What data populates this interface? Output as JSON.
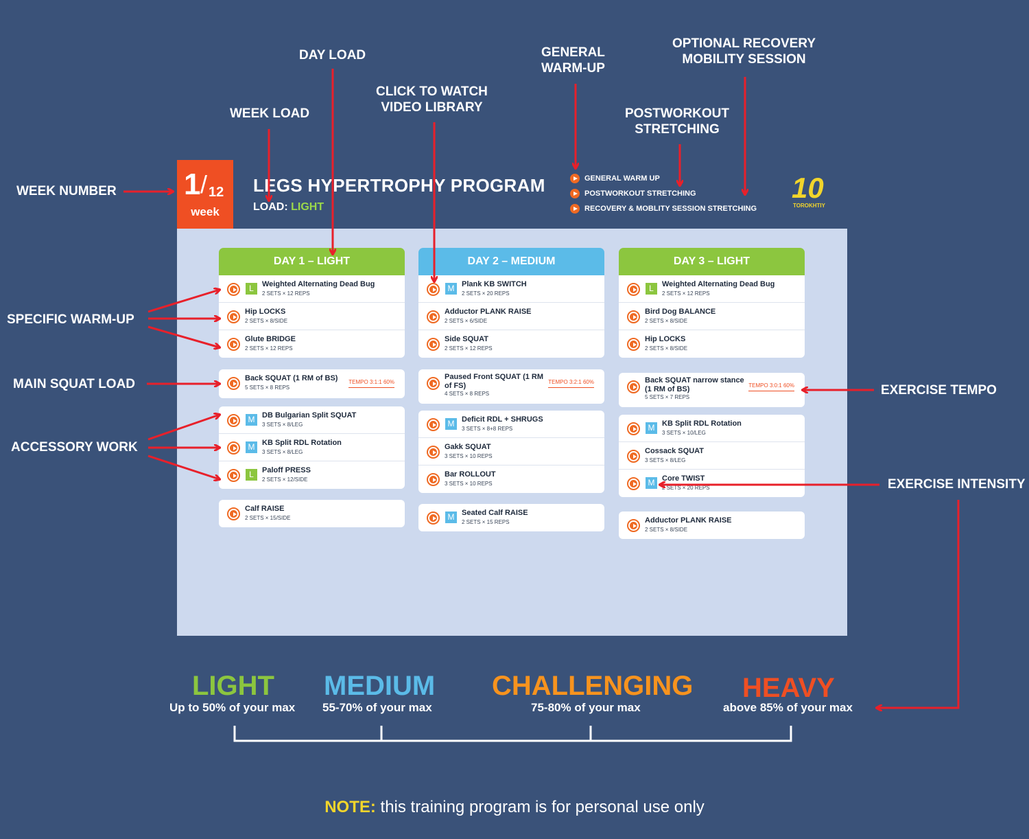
{
  "callouts": {
    "day_load": "DAY LOAD",
    "week_load": "WEEK LOAD",
    "video_library_line1": "CLICK TO WATCH",
    "video_library_line2": "VIDEO LIBRARY",
    "general_warmup_line1": "GENERAL",
    "general_warmup_line2": "WARM-UP",
    "postworkout_line1": "POSTWORKOUT",
    "postworkout_line2": "STRETCHING",
    "optional_recovery_line1": "OPTIONAL RECOVERY",
    "optional_recovery_line2": "MOBILITY SESSION",
    "week_number": "WEEK NUMBER",
    "specific_warmup": "SPECIFIC WARM-UP",
    "main_squat_load": "MAIN SQUAT LOAD",
    "accessory_work": "ACCESSORY WORK",
    "exercise_tempo": "EXERCISE TEMPO",
    "exercise_intensity": "EXERCISE INTENSITY"
  },
  "header": {
    "week_number": "1",
    "week_total": "12",
    "week_label": "week",
    "title": "LEGS HYPERTROPHY PROGRAM",
    "load_label": "LOAD:",
    "load_value": "LIGHT",
    "links": [
      "GENERAL WARM UP",
      "POSTWORKOUT STRETCHING",
      "RECOVERY & MOBLITY SESSION STRETCHING"
    ],
    "logo_number": "10",
    "logo_text": "TOROKHTIY"
  },
  "days": [
    {
      "title": "DAY 1 – LIGHT",
      "warmup": [
        {
          "badge": "L",
          "name": "Weighted Alternating Dead Bug",
          "sets": "2 SETS × 12 REPS"
        },
        {
          "name": "Hip LOCKS",
          "sets": "2 SETS × 8/SIDE"
        },
        {
          "name": "Glute BRIDGE",
          "sets": "2 SETS × 12 REPS"
        }
      ],
      "main": {
        "name": "Back SQUAT (1 RM of BS)",
        "sets": "5 SETS × 8 REPS",
        "tempo": "TEMPO 3:1:1 60%"
      },
      "accessory": [
        {
          "badge": "M",
          "name": "DB Bulgarian Split SQUAT",
          "sets": "3 SETS × 8/LEG"
        },
        {
          "badge": "M",
          "name": "KB Split RDL Rotation",
          "sets": "3 SETS × 8/LEG"
        },
        {
          "badge": "L",
          "name": "Paloff PRESS",
          "sets": "2 SETS × 12/SIDE"
        }
      ],
      "extra": {
        "name": "Calf RAISE",
        "sets": "2 SETS × 15/SIDE"
      }
    },
    {
      "title": "DAY 2 – MEDIUM",
      "warmup": [
        {
          "badge": "M",
          "name": "Plank KB SWITCH",
          "sets": "2 SETS × 20 REPS"
        },
        {
          "name": "Adductor PLANK RAISE",
          "sets": "2 SETS × 6/SIDE"
        },
        {
          "name": "Side SQUAT",
          "sets": "2 SETS × 12 REPS"
        }
      ],
      "main": {
        "name": "Paused Front SQUAT (1 RM of FS)",
        "sets": "4 SETS × 8 REPS",
        "tempo": "TEMPO 3:2:1 60%"
      },
      "accessory": [
        {
          "badge": "M",
          "name": "Deficit RDL + SHRUGS",
          "sets": "3 SETS × 8+8 REPS"
        },
        {
          "name": "Gakk SQUAT",
          "sets": "3 SETS × 10 REPS"
        },
        {
          "name": "Bar ROLLOUT",
          "sets": "3 SETS × 10 REPS"
        }
      ],
      "extra": {
        "badge": "M",
        "name": "Seated Calf RAISE",
        "sets": "2 SETS × 15 REPS"
      }
    },
    {
      "title": "DAY 3 – LIGHT",
      "warmup": [
        {
          "badge": "L",
          "name": "Weighted Alternating Dead Bug",
          "sets": "2 SETS × 12 REPS"
        },
        {
          "name": "Bird Dog BALANCE",
          "sets": "2 SETS × 8/SIDE"
        },
        {
          "name": "Hip LOCKS",
          "sets": "2 SETS × 8/SIDE"
        }
      ],
      "main": {
        "name": "Back SQUAT narrow stance (1 RM of BS)",
        "sets": "5 SETS × 7 REPS",
        "tempo": "TEMPO 3:0:1 60%"
      },
      "accessory": [
        {
          "badge": "M",
          "name": "KB Split RDL Rotation",
          "sets": "3 SETS × 10/LEG"
        },
        {
          "name": "Cossack SQUAT",
          "sets": "3 SETS × 8/LEG"
        },
        {
          "badge": "M",
          "name": "Core TWIST",
          "sets": "2 SETS × 20 REPS"
        }
      ],
      "extra": {
        "name": "Adductor PLANK RAISE",
        "sets": "2 SETS × 8/SIDE"
      }
    }
  ],
  "intensity_levels": [
    {
      "name": "LIGHT",
      "description": "Up to 50% of your max",
      "color": "#8cc63f"
    },
    {
      "name": "MEDIUM",
      "description": "55-70% of your max",
      "color": "#5bbbe8"
    },
    {
      "name": "CHALLENGING",
      "description": "75-80% of your max",
      "color": "#f7931e"
    },
    {
      "name": "HEAVY",
      "description": "above 85% of your max",
      "color": "#ef4f23"
    }
  ],
  "note": {
    "label": "NOTE:",
    "text": " this training program is for personal use only"
  },
  "colors": {
    "background": "#3a5279",
    "board": "#cdd9ee",
    "accent_red": "#e8202a",
    "week_box": "#ef4f23",
    "light": "#8cc63f",
    "medium": "#5bbbe8"
  }
}
